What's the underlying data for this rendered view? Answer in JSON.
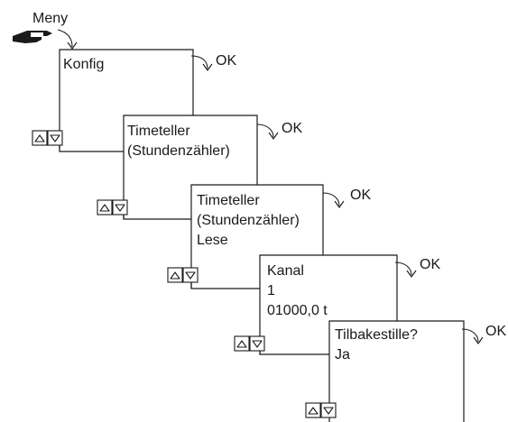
{
  "menu": {
    "label": "Meny",
    "hand_icon": "pointing-hand-icon"
  },
  "ok_label": "OK",
  "button_icons": [
    "up-arrow-icon",
    "down-arrow-icon"
  ],
  "screens": [
    {
      "lines": [
        "Konfig"
      ]
    },
    {
      "lines": [
        "Timeteller",
        "(Stundenzähler)"
      ]
    },
    {
      "lines": [
        "Timeteller",
        "(Stundenzähler)",
        "Lese"
      ]
    },
    {
      "lines": [
        "Kanal",
        "1",
        "01000,0 t"
      ]
    },
    {
      "lines": [
        "Tilbakestille?",
        "Ja"
      ]
    }
  ]
}
